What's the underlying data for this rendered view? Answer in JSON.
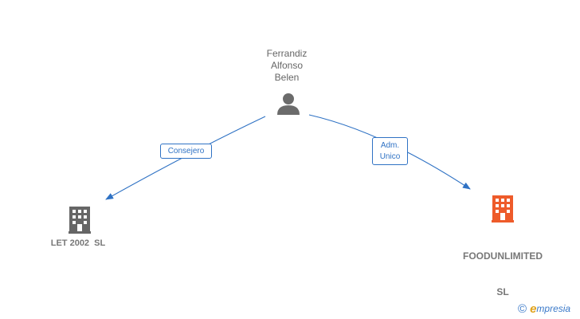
{
  "person": {
    "name_lines": [
      "Ferrandiz",
      "Alfonso",
      "Belen"
    ],
    "icon": "person-icon"
  },
  "relations": [
    {
      "label": "Consejero",
      "target": "LET 2002  SL"
    },
    {
      "label_lines": [
        "Adm.",
        "Unico"
      ],
      "target": "FOODUNLIMITED SL"
    }
  ],
  "companies": [
    {
      "name": "LET 2002  SL",
      "icon": "building-icon",
      "color": "#666666"
    },
    {
      "name_lines": [
        "FOODUNLIMITED",
        "SL"
      ],
      "icon": "building-icon",
      "color": "#ee5b2a"
    }
  ],
  "colors": {
    "link": "#2f72c4",
    "text": "#666666",
    "highlight": "#ee5b2a",
    "brand_blue": "#3a79c9",
    "brand_orange": "#e0a21a"
  },
  "brand": {
    "copyright": "©",
    "initial": "e",
    "rest": "mpresia"
  }
}
